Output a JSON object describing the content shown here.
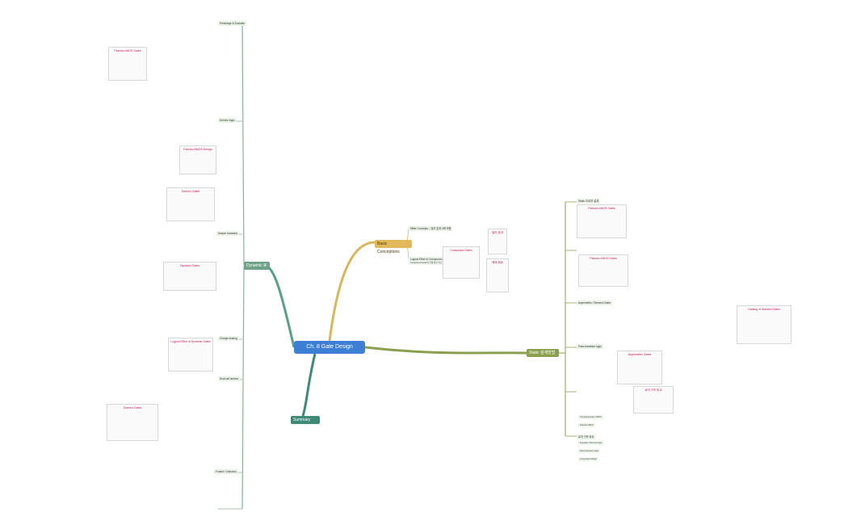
{
  "root": {
    "label": "Ch. 8 Gate Design"
  },
  "branches": {
    "basic": "Basic Conceptions",
    "static": "Static 설계방법",
    "dynamic": "Dynamic 로직",
    "summary": "Summary"
  },
  "basic": {
    "t1": "Miller Concepts – 밀러 효과 2배 적용",
    "t2": "Logical Effort of Compound gates",
    "t2_note": "Compound Gates의 기생 성분 비교",
    "img1_title": "Compound Gates",
    "img2_title": "밀러 효과",
    "img3_title": "예제 회로"
  },
  "static": {
    "t1": "Static CMOS 설계",
    "t2": "Asymmetric / Skewed Gates",
    "t3": "Pass-transistor logic",
    "t4": "로직 구조 비교",
    "img_asym": "Asymmetric Gates",
    "img_skew": "Catalog of Skewed Gates",
    "img_pseudo": "Pseudo-nMOS Gates",
    "sum1": "Complementary CMOS",
    "sum2": "Pseudo nMOS",
    "sum3": "Dynamic / Domino logic",
    "sum4": "Pass transistor logic",
    "sum5": "Low-power design"
  },
  "dynamic": {
    "t1": "Precharge & Evaluate",
    "t2": "Domino logic",
    "t3": "Keeper transistor",
    "t4": "Charge sharing",
    "t5": "Dual-rail domino",
    "t6": "Footed / Unfooted",
    "img_logic": "Logical Effort of Dynamic Gates",
    "img_pseudo": "Pseudo-NMOS Design",
    "img_domino": "Domino Gates",
    "img_pcascade": "Pseudo-nMOS Gates",
    "img_dyn": "Dynamic Gates"
  }
}
